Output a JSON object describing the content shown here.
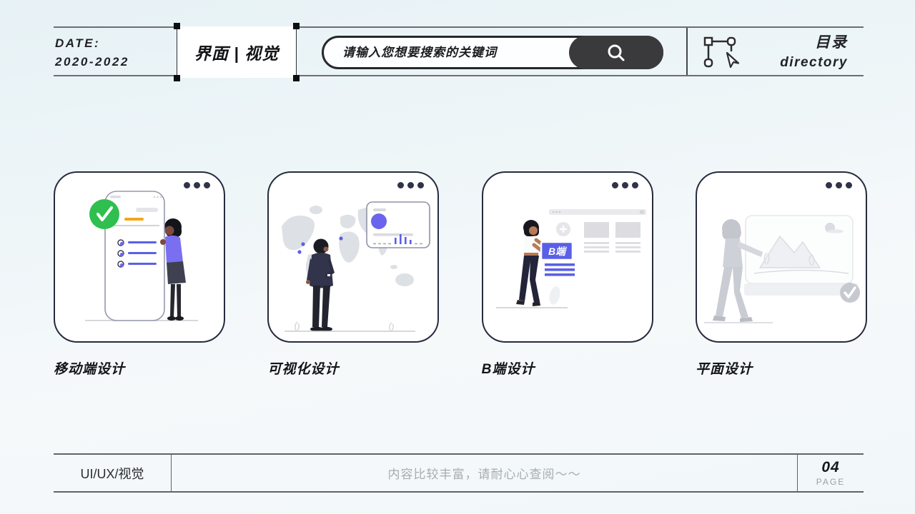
{
  "colors": {
    "accent_indigo": "#5a5fe8",
    "success_green": "#2ebf4f",
    "warning_orange": "#f2a71b",
    "dark_button": "#3a3a3c",
    "card_border": "#272b3f",
    "background_top": "#e7f2f6",
    "muted_text": "#a9adb3"
  },
  "header": {
    "date_label": "DATE:",
    "date_range": "2020-2022",
    "category_tag": "界面 | 视觉",
    "search": {
      "placeholder": "请输入您想要搜索的关键词"
    },
    "directory_zh": "目录",
    "directory_en": "directory"
  },
  "cards": [
    {
      "label": "移动端设计"
    },
    {
      "label": "可视化设计"
    },
    {
      "label": "B端设计",
      "badge": "B端"
    },
    {
      "label": "平面设计"
    }
  ],
  "footer": {
    "left_label": "UI/UX/视觉",
    "center_note": "内容比较丰富，请耐心心查阅～～",
    "page_number": "04",
    "page_label": "PAGE"
  }
}
